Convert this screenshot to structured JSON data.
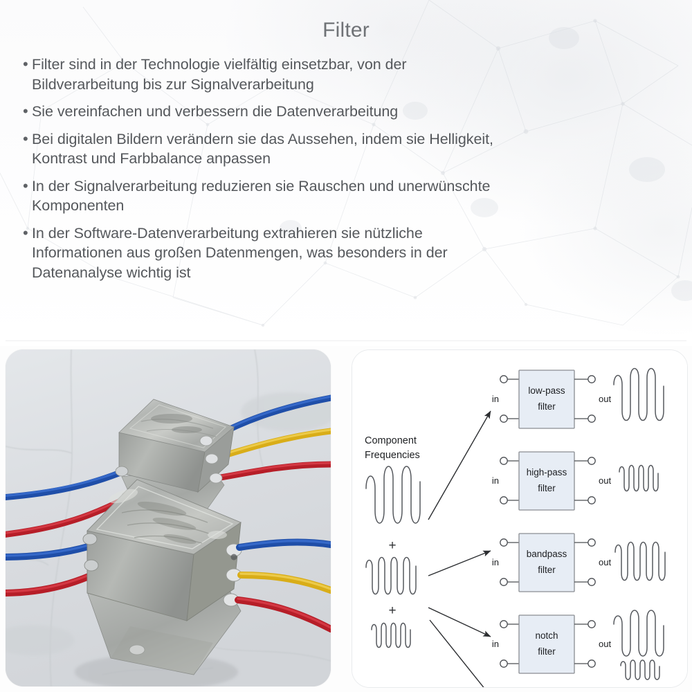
{
  "slide": {
    "title": "Filter",
    "title_color": "#6f7276",
    "background_color": "#fdfdfd",
    "text_color": "#55585c",
    "bullets": [
      "Filter sind in der Technologie vielfältig einsetzbar, von der\nBildverarbeitung bis zur Signalverarbeitung",
      "Sie vereinfachen und verbessern die Datenverarbeitung",
      "Bei digitalen Bildern verändern sie das Aussehen, indem sie Helligkeit,\nKontrast und Farbbalance anpassen",
      "In der Signalverarbeitung reduzieren sie Rauschen und unerwünschte\nKomponenten",
      "In der Software-Datenverarbeitung extrahieren sie nützliche\nInformationen aus großen Datenmengen, was besonders in der\nDatenanalyse wichtig ist"
    ],
    "bullet_marker": "•"
  },
  "photo": {
    "caption": "",
    "subject": "two metallic EMI filter modules with colored lead wires",
    "wire_colors": {
      "blue": "#2a56b5",
      "red": "#cf2230",
      "yellow": "#e8bf2a"
    },
    "case_color": "#b9bcbd",
    "surface_color": "#dfe2e5"
  },
  "diagram": {
    "source_label_line1": "Component",
    "source_label_line2": "Frequencies",
    "plus_symbol": "+",
    "port_in_label": "in",
    "port_out_label": "out",
    "box_fill": "#e7edf5",
    "box_stroke": "#8a8d92",
    "filters": [
      {
        "name_line1": "low-pass",
        "name_line2": "filter",
        "in": "in",
        "out": "out"
      },
      {
        "name_line1": "high-pass",
        "name_line2": "filter",
        "in": "in",
        "out": "out"
      },
      {
        "name_line1": "bandpass",
        "name_line2": "filter",
        "in": "in",
        "out": "out"
      },
      {
        "name_line1": "notch",
        "name_line2": "filter",
        "in": "in",
        "out": "out"
      }
    ]
  }
}
